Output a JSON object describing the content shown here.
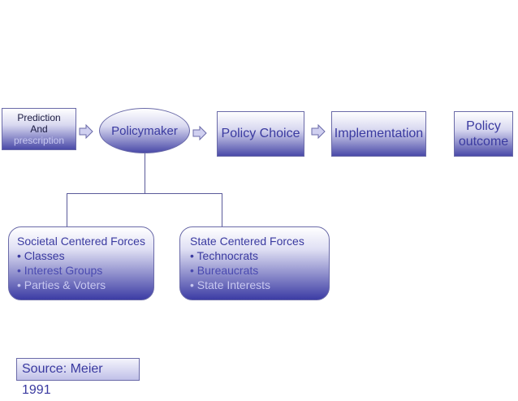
{
  "flow": {
    "prediction_line1": "Prediction",
    "prediction_line2": "And",
    "prediction_line3": "prescription",
    "policymaker": "Policymaker",
    "policy_choice": "Policy Choice",
    "implementation": "Implementation",
    "outcome_line1": "Policy",
    "outcome_line2": "outcome"
  },
  "societal": {
    "title": "Societal Centered Forces",
    "items": [
      "• Classes",
      "• Interest Groups",
      "• Parties & Voters"
    ]
  },
  "state": {
    "title": "State Centered Forces",
    "items": [
      "• Technocrats",
      "• Bureaucrats",
      "• State Interests"
    ]
  },
  "source": "Source: Meier 1991"
}
